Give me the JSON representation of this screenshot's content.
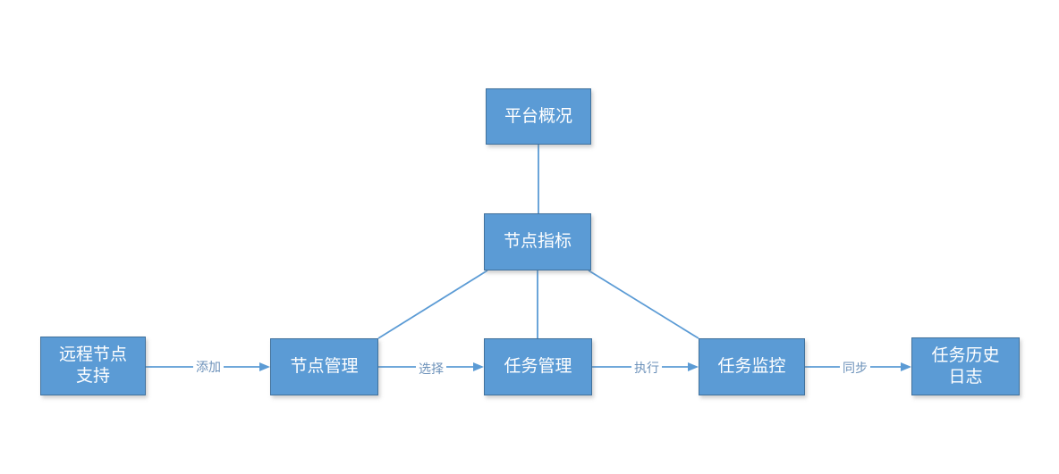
{
  "diagram": {
    "title": "platform-task-flowchart",
    "theme": {
      "node_fill": "#5B9BD5",
      "node_border": "#41719C",
      "node_text_color": "#FFFFFF",
      "connector_color": "#5B9BD5",
      "edge_label_color": "#6D92BA",
      "background": "#FFFFFF"
    },
    "nodes": [
      {
        "id": "platform-overview",
        "label": "平台概况"
      },
      {
        "id": "node-metrics",
        "label": "节点指标"
      },
      {
        "id": "remote-node-support",
        "label": "远程节点\n支持"
      },
      {
        "id": "node-management",
        "label": "节点管理"
      },
      {
        "id": "task-management",
        "label": "任务管理"
      },
      {
        "id": "task-monitoring",
        "label": "任务监控"
      },
      {
        "id": "task-history-log",
        "label": "任务历史\n日志"
      }
    ],
    "edges": [
      {
        "from": "remote-node-support",
        "to": "node-management",
        "label": "添加",
        "arrow": true
      },
      {
        "from": "node-management",
        "to": "task-management",
        "label": "选择",
        "arrow": true
      },
      {
        "from": "task-management",
        "to": "task-monitoring",
        "label": "执行",
        "arrow": true
      },
      {
        "from": "task-monitoring",
        "to": "task-history-log",
        "label": "同步",
        "arrow": true
      },
      {
        "from": "platform-overview",
        "to": "node-metrics",
        "label": "",
        "arrow": false
      },
      {
        "from": "node-metrics",
        "to": "node-management",
        "label": "",
        "arrow": false
      },
      {
        "from": "node-metrics",
        "to": "task-management",
        "label": "",
        "arrow": false
      },
      {
        "from": "node-metrics",
        "to": "task-monitoring",
        "label": "",
        "arrow": false
      }
    ]
  }
}
